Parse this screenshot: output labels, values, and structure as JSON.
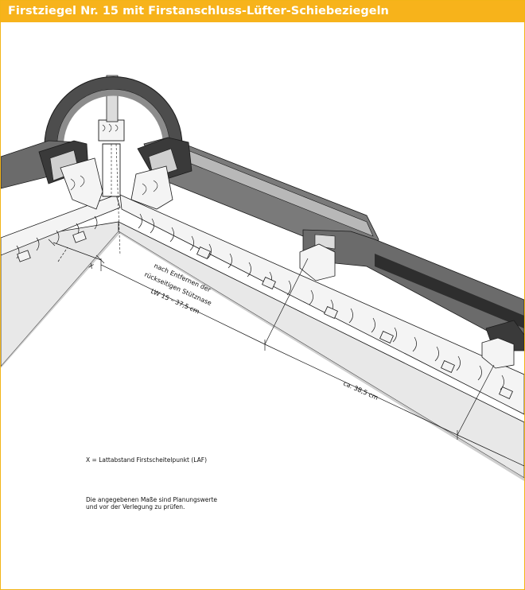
{
  "title": "Firstziegel Nr. 15 mit Firstanschluss-Lüfter-Schiebeziegeln",
  "labels": {
    "x_marker": "X",
    "support_note_line1": "nach Entfernen der",
    "support_note_line2": "rückseitigen Stütznase",
    "batten_spacing": "LW 15 – 37,5 cm",
    "tile_spacing": "ca. 38,5 cm"
  },
  "legend": "X = Lattabstand Firstscheitelpunkt (LAF)",
  "planning_note": {
    "line1": "Die angegebenen Maße sind Planungswerte",
    "line2": "und vor der Verlegung zu prüfen."
  },
  "colors": {
    "accent": "#f7b31b",
    "tile_dark": "#4d4d4d",
    "tile_mid": "#8c8c8c",
    "tile_light": "#b8b8b8",
    "board": "#dcdcdc",
    "surface": "#e8e8e8",
    "line": "#1a1a1a"
  }
}
